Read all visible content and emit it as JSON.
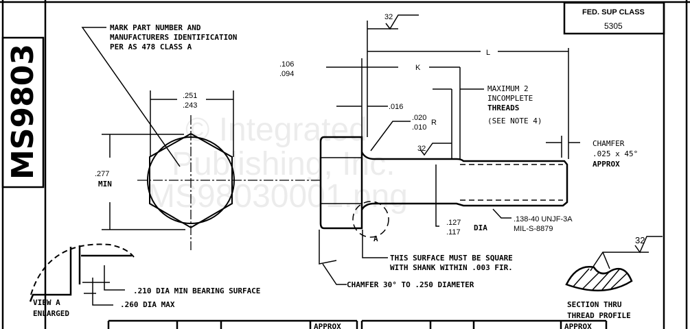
{
  "drawing_number": "MS9803",
  "fed_sup_class": {
    "label": "FED. SUP CLASS",
    "value": "5305"
  },
  "notes": {
    "mark_part": [
      "MARK PART NUMBER AND",
      "MANUFACTURERS IDENTIFICATION",
      "PER AS 478 CLASS A"
    ],
    "max_threads": [
      "MAXIMUM 2",
      "INCOMPLETE",
      "THREADS",
      "(SEE NOTE 4)"
    ],
    "chamfer_end": [
      "CHAMFER",
      ".025 x 45°",
      "APPROX"
    ],
    "thread_spec": [
      ".138-40 UNJF-3A",
      "MIL-S-8879"
    ],
    "square_surface": [
      "THIS SURFACE MUST BE SQUARE",
      "WITH SHANK WITHIN .003 FIR."
    ],
    "chamfer_head": "CHAMFER 30° TO .250 DIAMETER",
    "bearing_surface": ".210 DIA MIN BEARING SURFACE",
    "dia_max": ".260 DIA MAX",
    "view_a": [
      "VIEW A",
      "ENLARGED"
    ],
    "section": [
      "SECTION THRU",
      "THREAD PROFILE"
    ]
  },
  "dimensions": {
    "hex_width": [
      ".251",
      ".243"
    ],
    "hex_height": [
      ".277",
      "MIN"
    ],
    "head_height": [
      ".106",
      ".094"
    ],
    "fillet_len": ".016",
    "radius": [
      ".020",
      ".010",
      "R"
    ],
    "shank_dia": [
      ".127",
      ".117",
      "DIA"
    ],
    "L": "L",
    "K": "K",
    "view_marker": "A",
    "finish_marks": [
      "32",
      "32",
      "32"
    ]
  },
  "table": {
    "headers": [
      "APPROX",
      "APPROX"
    ]
  },
  "watermark": [
    "© Integrated",
    "Publishing, Inc.",
    "MS98030001.png"
  ]
}
